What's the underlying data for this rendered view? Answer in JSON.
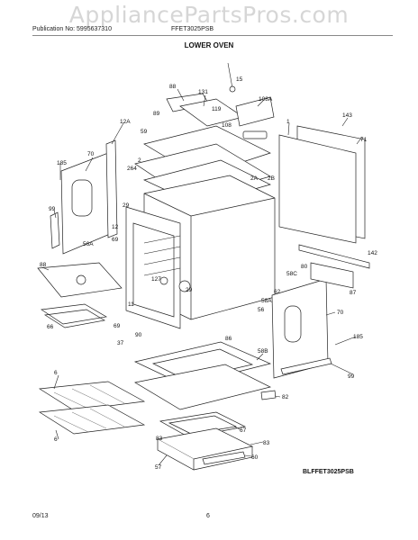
{
  "watermark": "AppliancePartsPros.com",
  "header": {
    "publication": "Publication No: 5995637310",
    "model": "FFET3025PSB",
    "section_title": "LOWER OVEN"
  },
  "diagram_code": "BLFFET3025PSB",
  "footer": {
    "date": "09/13",
    "page": "6"
  },
  "callouts": [
    "15",
    "88",
    "131",
    "108A",
    "1",
    "143",
    "71",
    "89",
    "119",
    "108",
    "59",
    "12A",
    "185",
    "70",
    "2",
    "264",
    "2A",
    "2B",
    "29",
    "99",
    "12",
    "56A",
    "69",
    "88",
    "66",
    "69",
    "11",
    "127",
    "29",
    "90",
    "37",
    "58C",
    "62",
    "80",
    "142",
    "87",
    "58A",
    "56",
    "86",
    "70",
    "58B",
    "185",
    "99",
    "6",
    "82",
    "6",
    "67",
    "83",
    "83",
    "57",
    "60"
  ]
}
